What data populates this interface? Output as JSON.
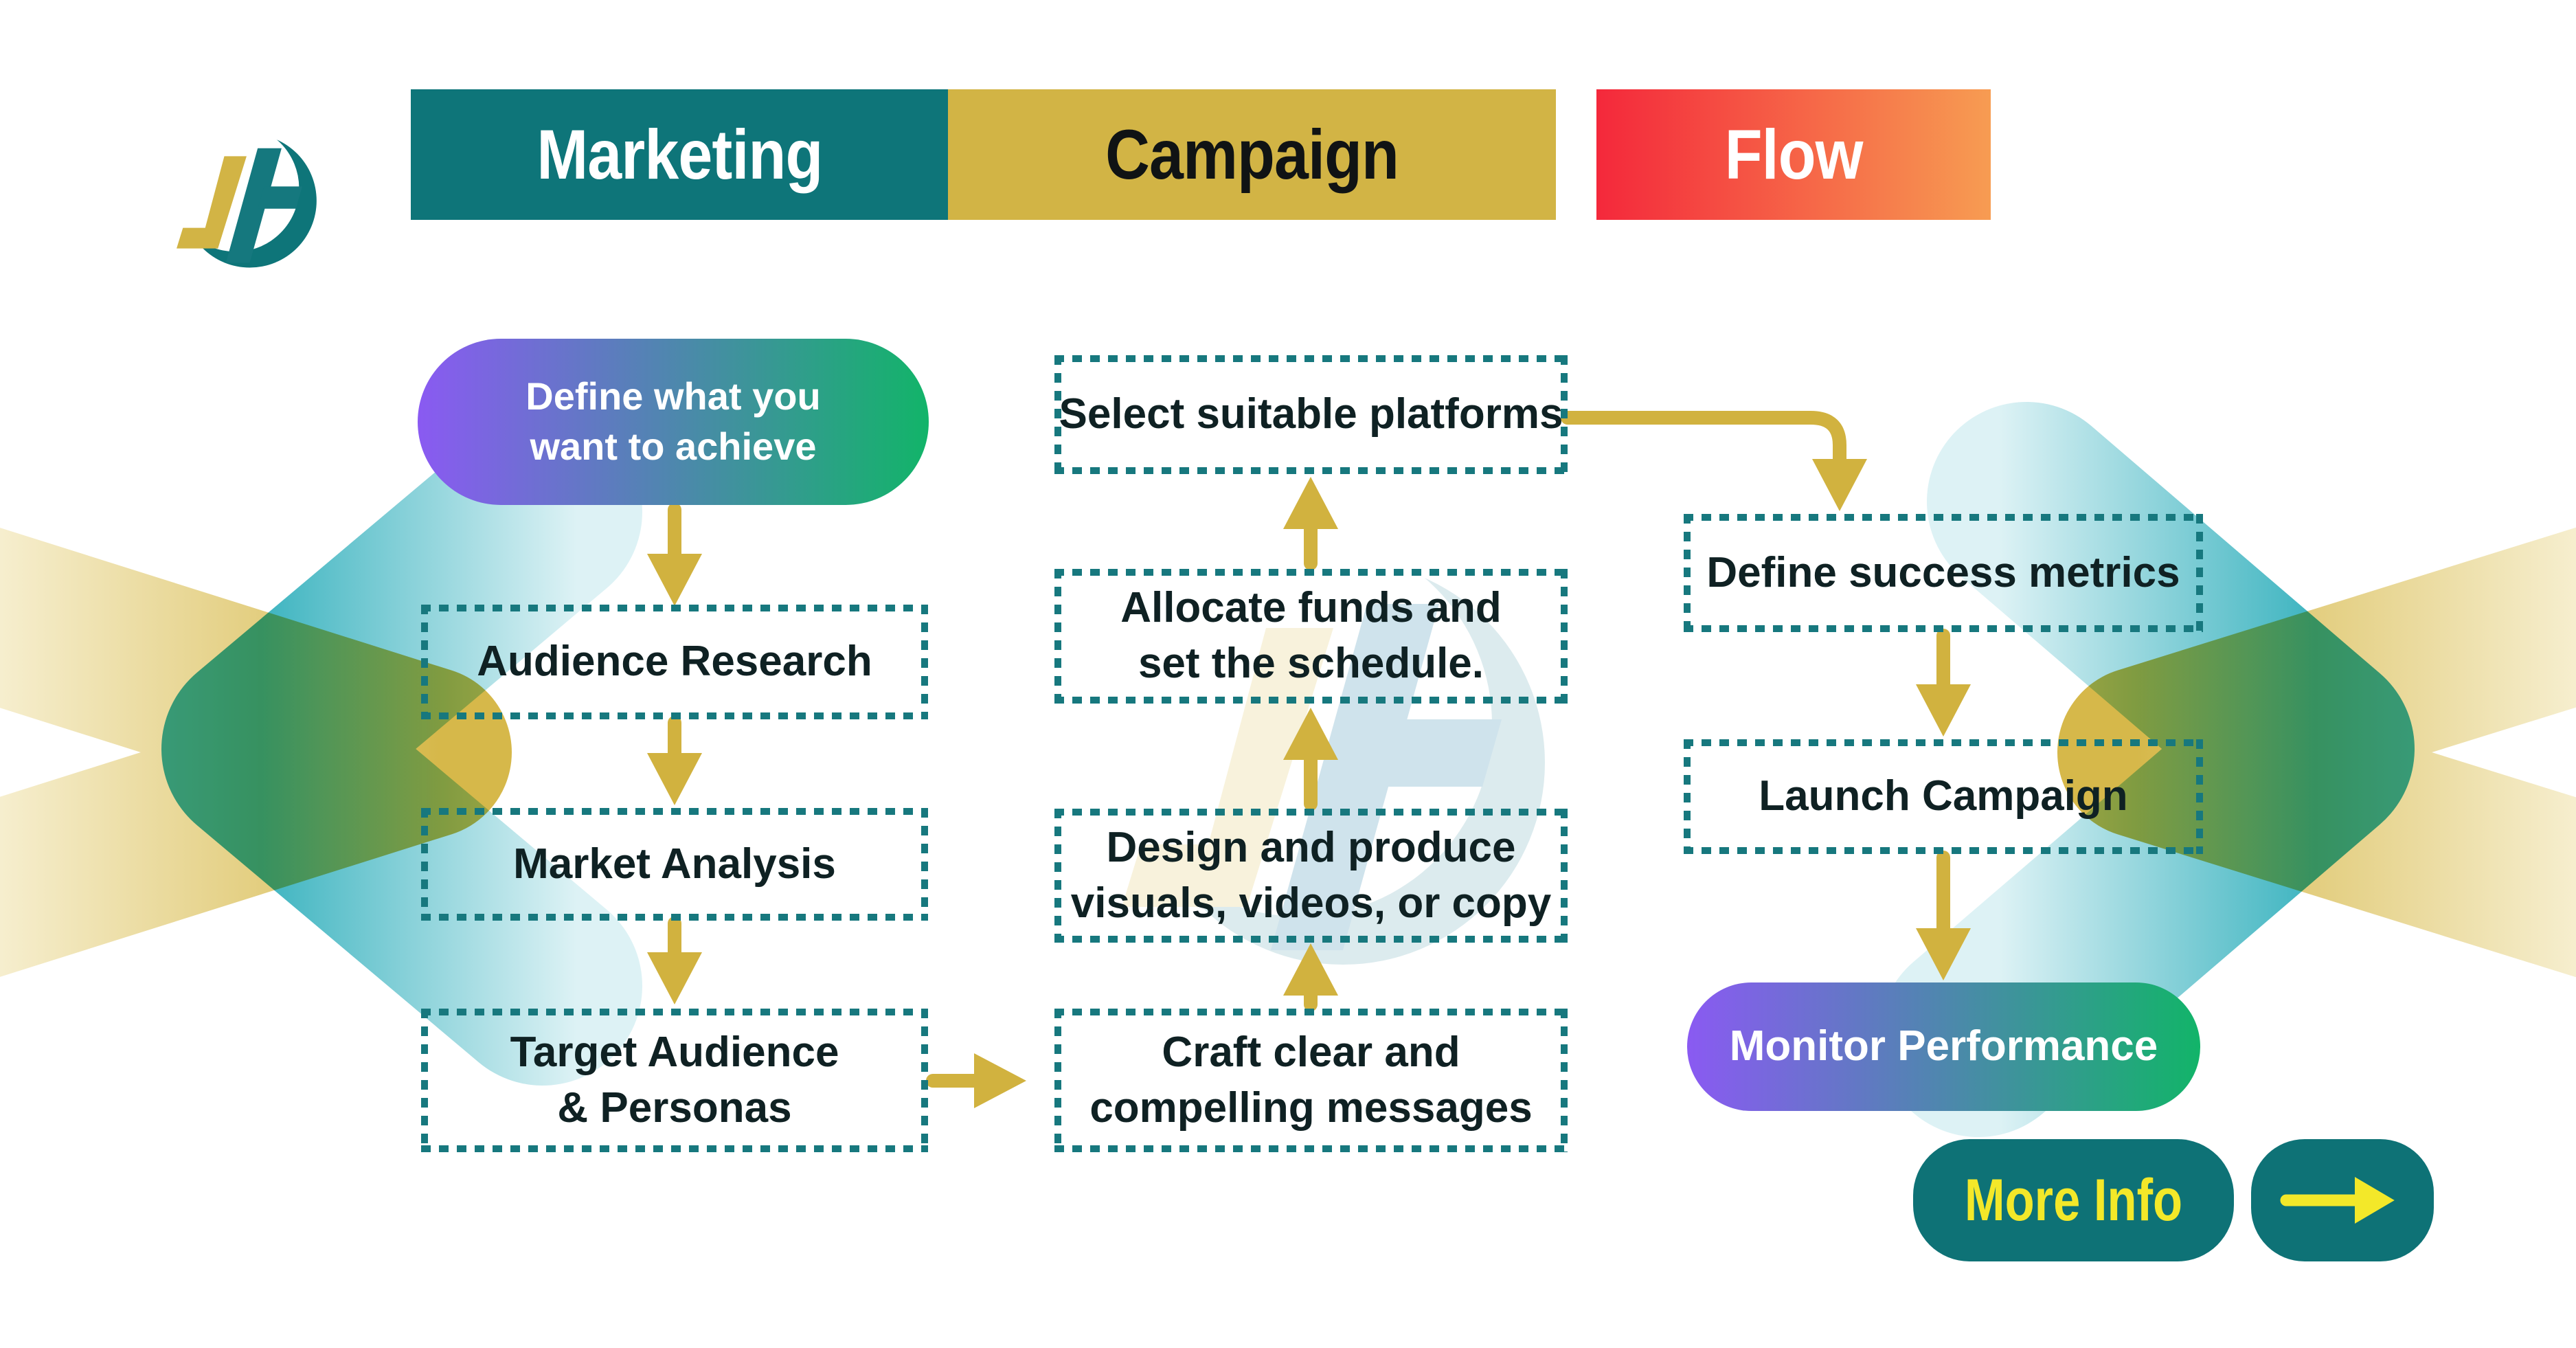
{
  "colors": {
    "teal": "#0E7579",
    "teal_button": "#0E7276",
    "gold": "#D2B445",
    "arrow_gold": "#D1B23F",
    "yellow": "#F3E829",
    "flow_red": "#F4283B",
    "flow_orange": "#F79C52",
    "pill_purple": "#8A5AF2",
    "pill_green": "#12B469",
    "dotted_border": "#17787E"
  },
  "header": {
    "logo": "jt-logo",
    "bars": [
      {
        "label": "Marketing"
      },
      {
        "label": "Campaign"
      },
      {
        "label": "Flow"
      }
    ]
  },
  "nodes": {
    "define_goal": "Define what you\nwant to achieve",
    "audience_research": "Audience Research",
    "market_analysis": "Market Analysis",
    "target_audience": "Target Audience\n& Personas",
    "craft_messages": "Craft clear and\ncompelling messages",
    "design_produce": "Design and produce\nvisuals, videos, or copy",
    "allocate_funds": "Allocate funds and\nset the schedule.",
    "select_platforms": "Select suitable platforms",
    "define_metrics": "Define success metrics",
    "launch_campaign": "Launch Campaign",
    "monitor_performance": "Monitor Performance"
  },
  "footer": {
    "more_info": "More Info",
    "arrow_icon": "right-arrow-icon"
  }
}
